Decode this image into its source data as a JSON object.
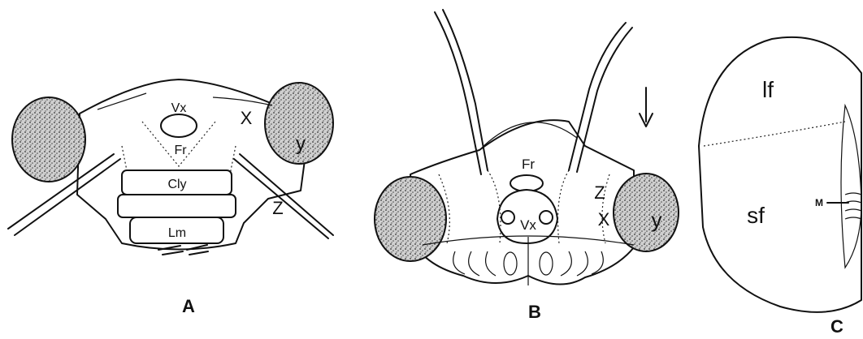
{
  "panels": {
    "a": {
      "caption": "A",
      "labels": {
        "vx": "Vx",
        "fr": "Fr",
        "cly": "Cly",
        "lm": "Lm",
        "x": "X",
        "y": "y",
        "z": "Z"
      }
    },
    "b": {
      "caption": "B",
      "labels": {
        "fr": "Fr",
        "vx": "Vx",
        "z": "Z",
        "x": "X",
        "y": "y"
      }
    },
    "c": {
      "caption": "C",
      "labels": {
        "lf": "lf",
        "sf": "sf",
        "m": "M"
      }
    }
  }
}
